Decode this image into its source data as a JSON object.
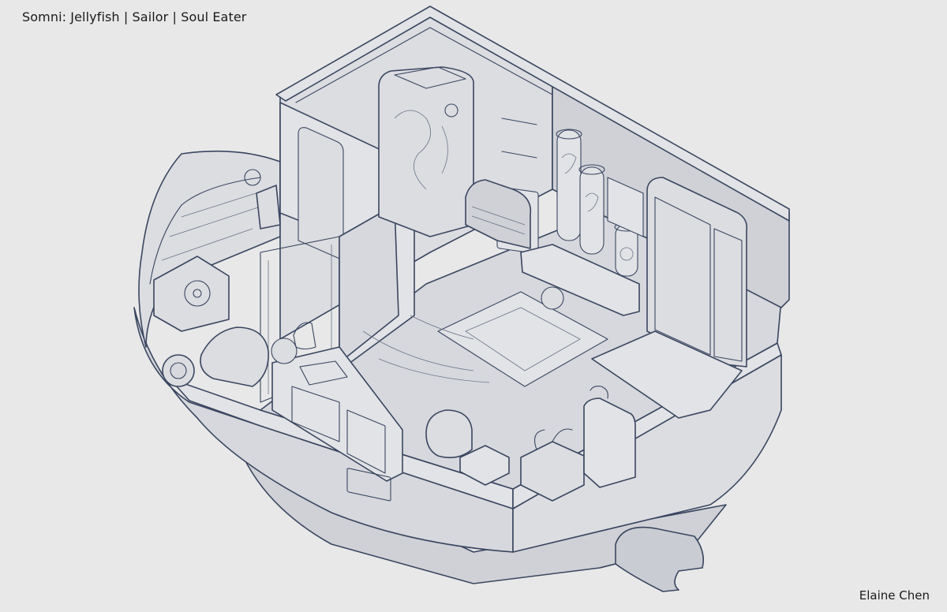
{
  "page": {
    "title": "Somni: Jellyfish | Sailor | Soul Eater",
    "credit": "Elaine Chen"
  },
  "colors": {
    "background": "#e8e8e8",
    "line": "#3a4660",
    "fill": "#d6d8dd"
  },
  "illustration": {
    "subject": "isometric boat cabin interior line drawing"
  }
}
